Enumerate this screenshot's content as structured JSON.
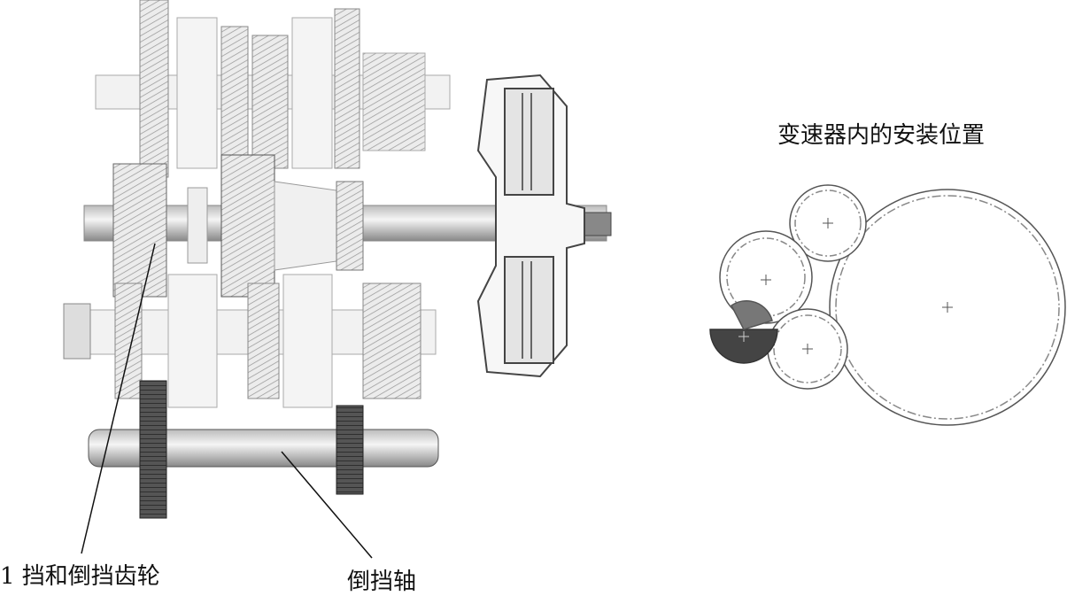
{
  "labels": {
    "install_position": "变速器内的安装位置",
    "first_reverse_gear": "1 挡和倒挡齿轮",
    "reverse_shaft": "倒挡轴"
  },
  "colors": {
    "line": "#333333",
    "gear_light": "#e6e6e6",
    "gear_dark": "#444444",
    "highlight": "#555555"
  }
}
